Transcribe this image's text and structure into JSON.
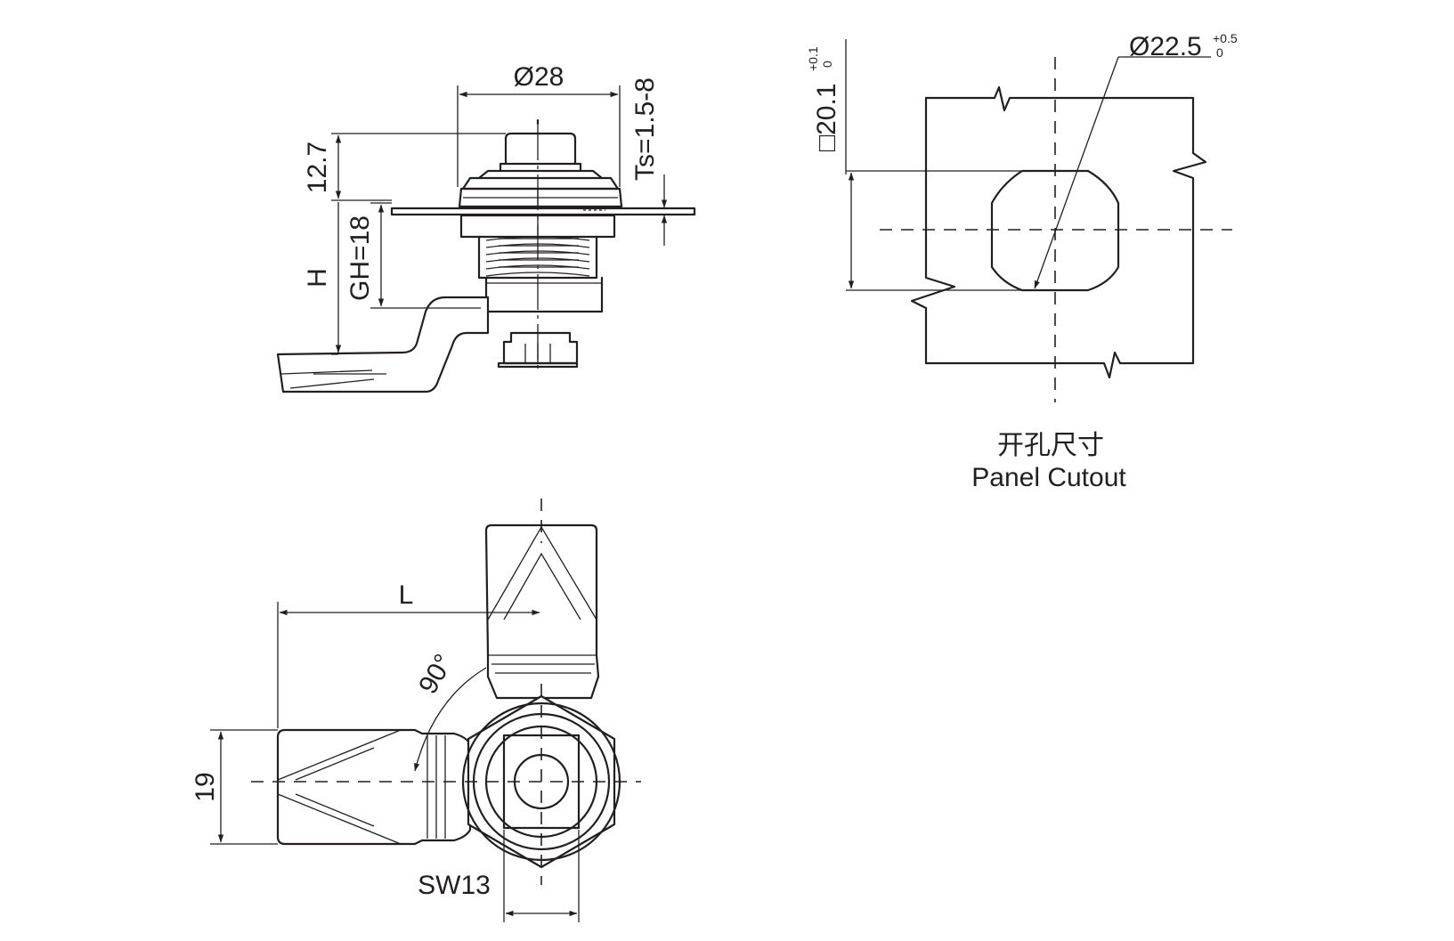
{
  "side_view": {
    "dim_diameter": "Ø28",
    "dim_height_top": "12.7",
    "dim_gh": "GH=18",
    "dim_h": "H",
    "dim_thickness": "Ts=1.5-8"
  },
  "panel_cutout": {
    "dim_square": "□20.1",
    "square_tol_upper": "+0.1",
    "square_tol_lower": "0",
    "dim_diameter": "Ø22.5",
    "diameter_tol_upper": "+0.5",
    "diameter_tol_lower": "0",
    "title_cn": "开孔尺寸",
    "title_en": "Panel Cutout"
  },
  "bottom_view": {
    "dim_length": "L",
    "dim_angle": "90°",
    "dim_width": "19",
    "dim_wrench": "SW13"
  },
  "colors": {
    "line": "#231f20",
    "background": "#ffffff"
  }
}
